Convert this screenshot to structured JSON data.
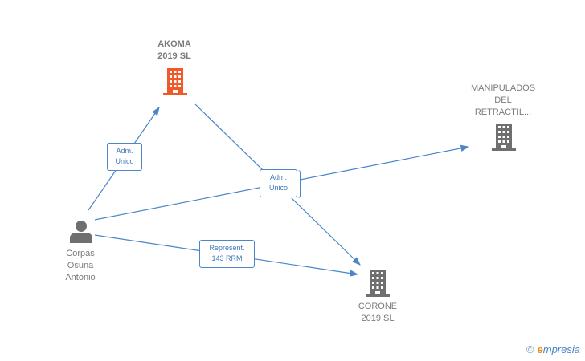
{
  "nodes": {
    "akoma": {
      "name": "AKOMA\n2019  SL",
      "type": "company",
      "color": "#ef5a28"
    },
    "manipulados": {
      "name": "MANIPULADOS\nDEL\nRETRACTIL...",
      "type": "company",
      "color": "#6f6f6f"
    },
    "corone": {
      "name": "CORONE\n2019  SL",
      "type": "company",
      "color": "#6f6f6f"
    },
    "person": {
      "name": "Corpas\nOsuna\nAntonio",
      "type": "person",
      "color": "#6f6f6f"
    }
  },
  "edges": {
    "adm_akoma": {
      "label": "Adm.\nUnico"
    },
    "adm_mid": {
      "label": "Adm.\nUnico"
    },
    "represent": {
      "label": "Represent.\n143 RRM"
    }
  },
  "colors": {
    "edge": "#4a86c8",
    "label_text": "#3f79b9"
  },
  "brand": {
    "copyright": "©",
    "first_letter": "e",
    "rest": "mpresia"
  }
}
